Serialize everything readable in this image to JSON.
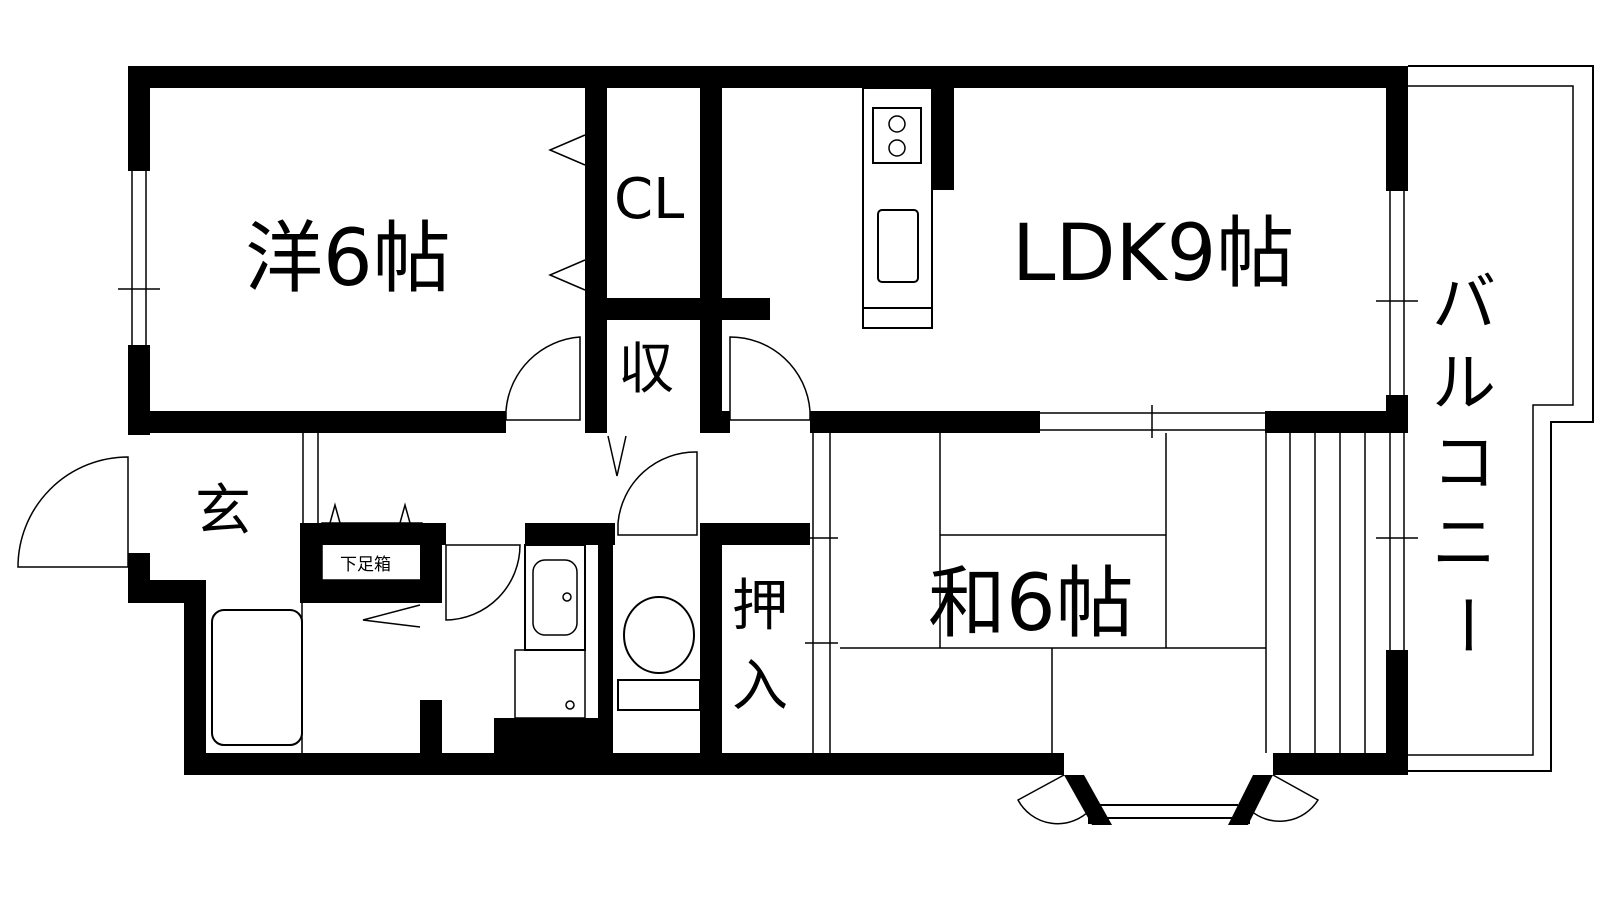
{
  "floorplan": {
    "rooms": {
      "western": "洋6帖",
      "ldk": "LDK9帖",
      "japanese": "和6帖",
      "closet": "CL",
      "storage": "収",
      "entrance": "玄",
      "oshiire_top": "押",
      "oshiire_bottom": "入",
      "shoe_box": "下足箱"
    },
    "balcony": [
      "バ",
      "ル",
      "コ",
      "ニ",
      "ー"
    ]
  }
}
